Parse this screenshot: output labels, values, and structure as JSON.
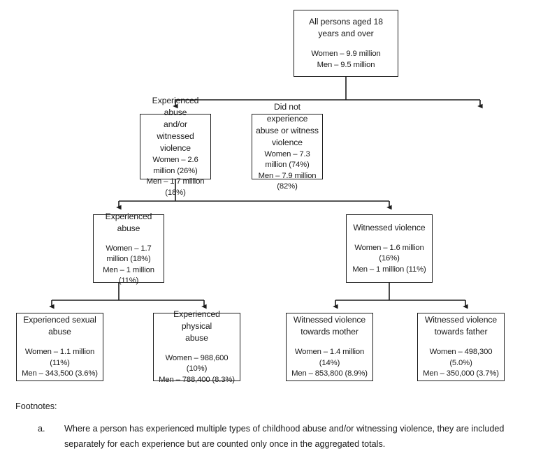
{
  "diagram": {
    "type": "flowchart",
    "title_present": false,
    "colors": {
      "box_border": "#1d1d1d",
      "connector": "#1d1d1d",
      "background": "#ffffff",
      "text": "#1a1a1a"
    },
    "levels": [
      {
        "level": 1,
        "nodes": [
          {
            "id": "all-persons",
            "title": "All persons aged 18\nyears and over",
            "stats": "Women – 9.9 million\nMen – 9.5 million"
          }
        ]
      },
      {
        "level": 2,
        "nodes": [
          {
            "id": "experienced-or-witnessed",
            "title": "Experienced abuse\nand/or witnessed\nviolence",
            "stats": "Women – 2.6 million (26%)\nMen – 1.7 million (18%)"
          },
          {
            "id": "did-not-experience",
            "title": "Did not experience\nabuse or witness\nviolence",
            "stats": "Women – 7.3 million (74%)\nMen – 7.9 million (82%)"
          }
        ]
      },
      {
        "level": 3,
        "nodes": [
          {
            "id": "experienced-abuse",
            "title": "Experienced abuse",
            "stats": "Women – 1.7 million (18%)\nMen – 1 million (11%)"
          },
          {
            "id": "witnessed-violence",
            "title": "Witnessed violence",
            "stats": "Women –  1.6 million (16%)\nMen – 1 million (11%)"
          }
        ]
      },
      {
        "level": 4,
        "nodes": [
          {
            "id": "experienced-sexual-abuse",
            "title": "Experienced sexual\nabuse",
            "stats": "Women – 1.1 million (11%)\nMen – 343,500 (3.6%)"
          },
          {
            "id": "experienced-physical-abuse",
            "title": "Experienced physical\nabuse",
            "stats": "Women – 988,600 (10%)\nMen – 788,400 (8.3%)"
          },
          {
            "id": "witnessed-violence-mother",
            "title": "Witnessed violence\ntowards mother",
            "stats": "Women – 1.4 million (14%)\nMen – 853,800 (8.9%)"
          },
          {
            "id": "witnessed-violence-father",
            "title": "Witnessed violence\ntowards father",
            "stats": "Women – 498,300 (5.0%)\nMen – 350,000 (3.7%)"
          }
        ]
      }
    ]
  },
  "footnotes": {
    "heading": "Footnotes:",
    "items": [
      {
        "marker": "a.",
        "text": "Where a person has experienced multiple types of childhood abuse and/or witnessing violence, they are included separately for each experience but are counted only once in the aggregated totals."
      }
    ]
  }
}
